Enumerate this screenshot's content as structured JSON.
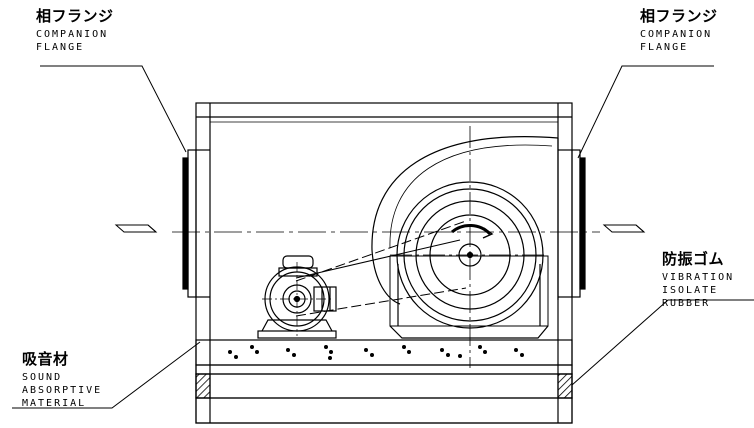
{
  "labels": {
    "flange_left": {
      "jp": "相フランジ",
      "en": [
        "COMPANION",
        "FLANGE"
      ]
    },
    "flange_right": {
      "jp": "相フランジ",
      "en": [
        "COMPANION",
        "FLANGE"
      ]
    },
    "vibration": {
      "jp": "防振ゴム",
      "en": [
        "VIBRATION",
        "ISOLATE",
        "RUBBER"
      ]
    },
    "sound": {
      "jp": "吸音材",
      "en": [
        "SOUND",
        "ABSORPTIVE",
        "MATERIAL"
      ]
    }
  }
}
